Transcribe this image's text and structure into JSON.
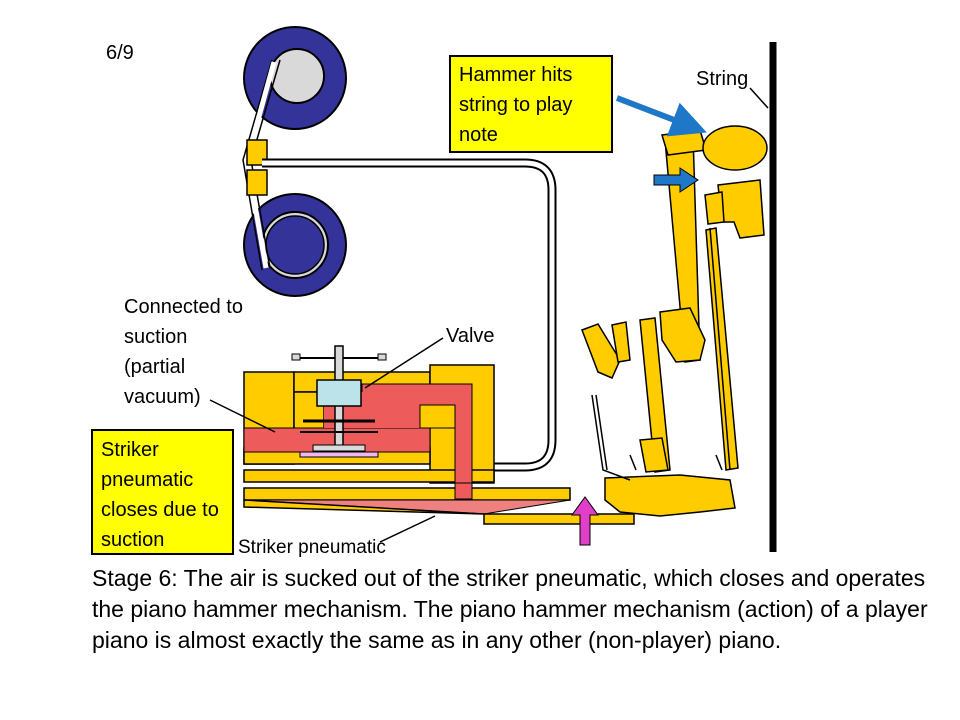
{
  "slide_number": "6/9",
  "callouts": {
    "hammer": "Hammer hits string to play note",
    "striker": "Striker pneumatic closes due to suction"
  },
  "labels": {
    "string": "String",
    "connected": "Connected to suction (partial vacuum)",
    "valve": "Valve",
    "striker_pneumatic": "Striker pneumatic"
  },
  "caption": "Stage 6: The air is sucked out of the striker pneumatic, which closes and operates the piano hammer mechanism.  The piano hammer mechanism (action) of a player piano is almost exactly the same as in any other (non-player) piano.",
  "colors": {
    "spool_blue": "#333399",
    "spool_hub": "#d9d9d9",
    "wood": "#ffcc00",
    "suction": "#ee5b5b",
    "callout_fill": "#ffff00",
    "arrow_blue": "#1f77c8",
    "arrow_magenta": "#e040c8"
  }
}
